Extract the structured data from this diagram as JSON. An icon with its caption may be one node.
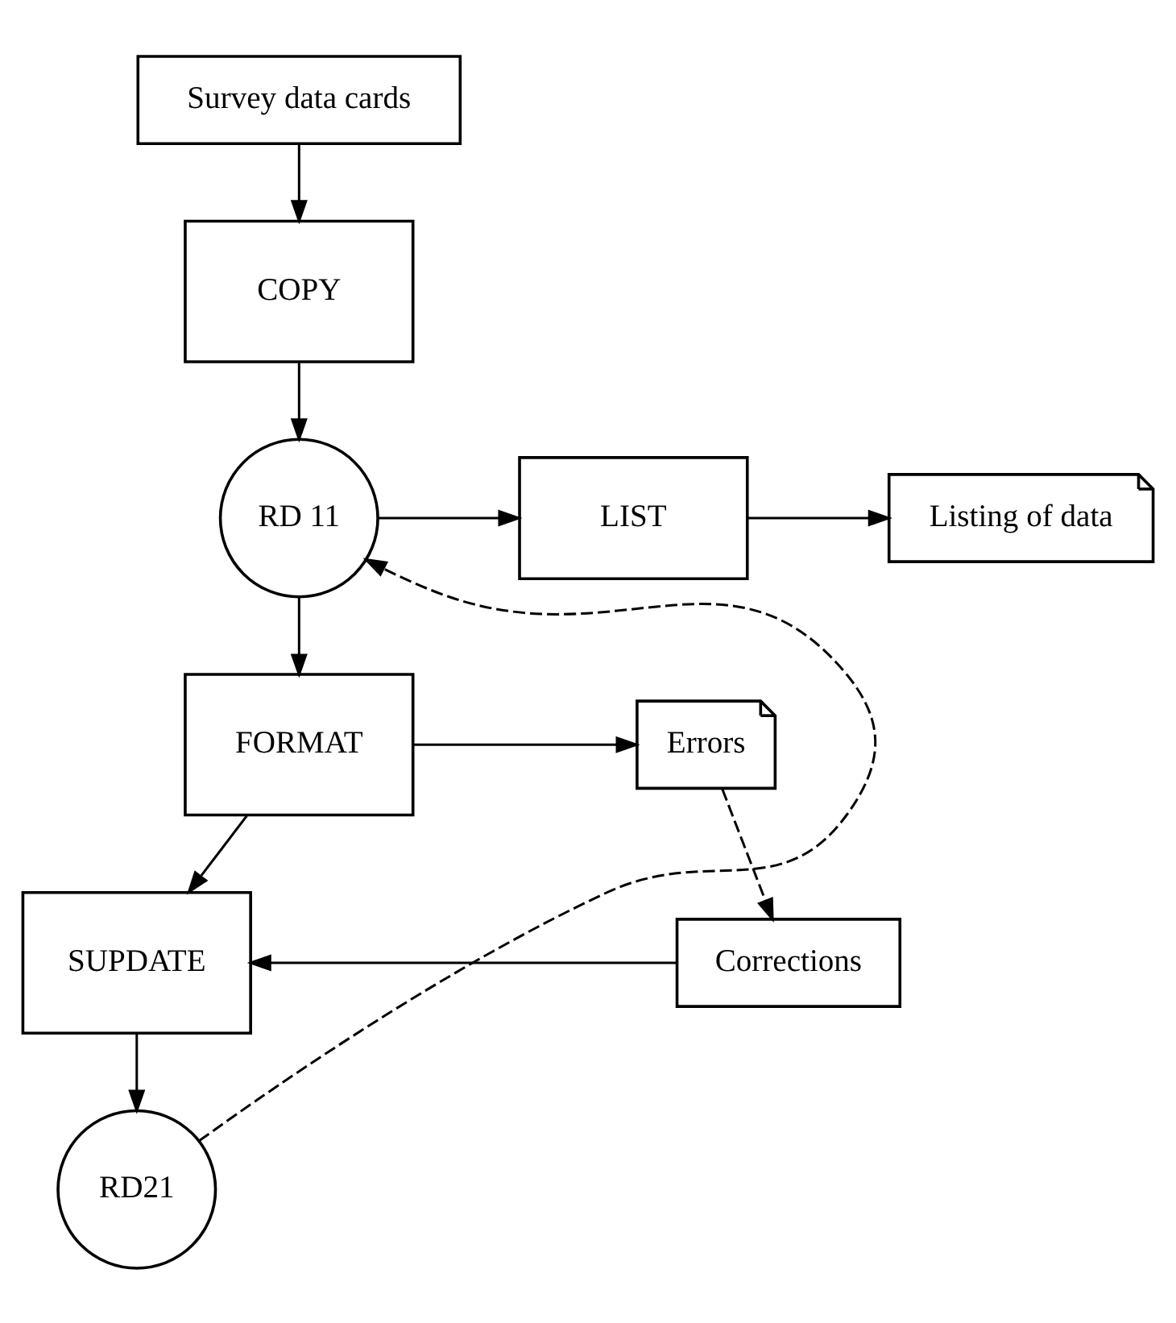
{
  "diagram": {
    "nodes": [
      {
        "text": [
          "Survey data cards"
        ]
      },
      {
        "text": [
          "COPY"
        ]
      },
      {
        "text": [
          "RD 11"
        ]
      },
      {
        "text": [
          "LIST"
        ]
      },
      {
        "text": [
          "Listing of data"
        ]
      },
      {
        "text": [
          "FORMAT"
        ]
      },
      {
        "text": [
          "Errors"
        ]
      },
      {
        "text": [
          "SUPDATE"
        ]
      },
      {
        "text": [
          "Corrections"
        ]
      },
      {
        "text": [
          "RD21"
        ]
      }
    ],
    "edges": [
      {
        "from": 0,
        "to": 1,
        "arrow": "to"
      },
      {
        "from": 1,
        "to": 2,
        "arrow": "to"
      },
      {
        "from": 2,
        "to": 3,
        "arrow": "to"
      },
      {
        "from": 3,
        "to": 4,
        "arrow": "to"
      },
      {
        "from": 2,
        "to": 5,
        "arrow": "to"
      },
      {
        "from": 5,
        "to": 6,
        "arrow": "to"
      },
      {
        "from": 6,
        "to": 8,
        "arrow": "to",
        "style": "dashed"
      },
      {
        "from": 8,
        "to": 7,
        "arrow": "to"
      },
      {
        "from": 5,
        "to": 7,
        "arrow": "to"
      },
      {
        "from": 7,
        "to": 9,
        "arrow": "to"
      },
      {
        "from": 9,
        "to": 2,
        "arrow": "to",
        "style": "dashed"
      }
    ]
  }
}
